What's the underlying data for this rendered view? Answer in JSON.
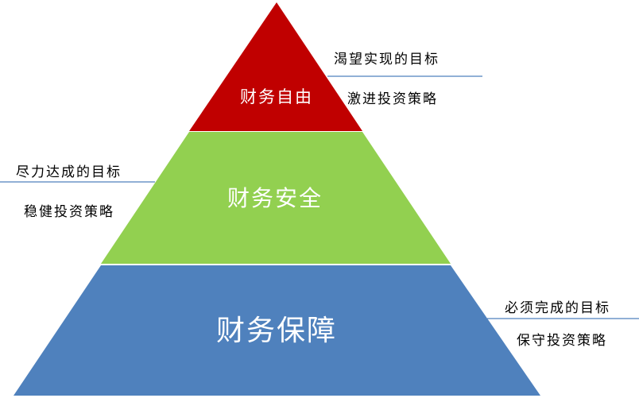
{
  "colors": {
    "top": "#C00000",
    "middle": "#92D050",
    "bottom": "#4F81BD",
    "line": "#4F81BD"
  },
  "tiers": {
    "top": {
      "label": "财务自由",
      "goal": "渴望实现的目标",
      "strategy": "激进投资策略"
    },
    "middle": {
      "label": "财务安全",
      "goal": "尽力达成的目标",
      "strategy": "稳健投资策略"
    },
    "bottom": {
      "label": "财务保障",
      "goal": "必须完成的目标",
      "strategy": "保守投资策略"
    }
  }
}
